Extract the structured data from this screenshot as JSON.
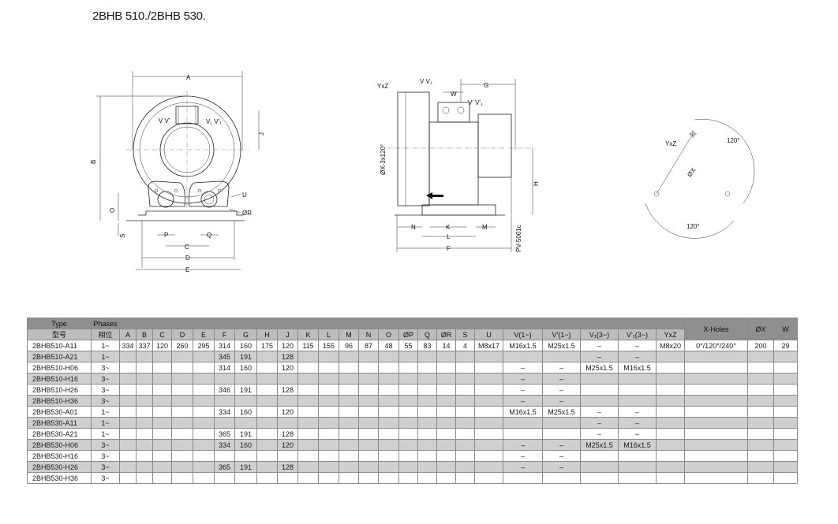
{
  "title": "2BHB 510./2BHB 530.",
  "drawing_labels": {
    "left": {
      "A": "A",
      "B": "B",
      "C": "C",
      "D": "D",
      "E": "E",
      "J": "J",
      "O": "O",
      "S": "S",
      "P": "P",
      "Q": "Q",
      "U": "U",
      "R": "ØR",
      "VV": "V V'",
      "V1V1": "V₁ V'₁"
    },
    "middle": {
      "YxZ": "YxZ",
      "VV": "V V₁",
      "W": "W",
      "G": "G",
      "Vp": "V' V'₁",
      "X": "ØX-3x120°",
      "H": "H",
      "N": "N",
      "K": "K",
      "L": "L",
      "M": "M",
      "F": "F",
      "pv": "PV-5061c"
    },
    "right": {
      "YxZ": "YxZ",
      "X": "ØX",
      "a1": "120°",
      "a2": "120°"
    }
  },
  "table": {
    "head1": {
      "type": "Type",
      "phases": "Phases",
      "xholes": "X-Holes",
      "ox": "ØX",
      "w": "W"
    },
    "head2": [
      "型号",
      "相位",
      "A",
      "B",
      "C",
      "D",
      "E",
      "F",
      "G",
      "H",
      "J",
      "K",
      "L",
      "M",
      "N",
      "O",
      "ØP",
      "Q",
      "ØR",
      "S",
      "U",
      "V(1~)",
      "V'(1~)",
      "V₁(3~)",
      "V'₁(3~)",
      "YxZ"
    ],
    "rows": [
      [
        "2BHB510-A11",
        "1~",
        "334",
        "337",
        "120",
        "260",
        "295",
        "314",
        "160",
        "175",
        "120",
        "115",
        "155",
        "96",
        "87",
        "48",
        "55",
        "83",
        "14",
        "4",
        "M8x17",
        "M16x1.5",
        "M25x1.5",
        "–",
        "–",
        "M8x20",
        "0°/120°/240°",
        "200",
        "29"
      ],
      [
        "2BHB510-A21",
        "1~",
        "",
        "",
        "",
        "",
        "",
        "345",
        "191",
        "",
        "128",
        "",
        "",
        "",
        "",
        "",
        "",
        "",
        "",
        "",
        "",
        "",
        "",
        "–",
        "–",
        "",
        "",
        "",
        ""
      ],
      [
        "2BHB510-H06",
        "3~",
        "",
        "",
        "",
        "",
        "",
        "314",
        "160",
        "",
        "120",
        "",
        "",
        "",
        "",
        "",
        "",
        "",
        "",
        "",
        "",
        "–",
        "–",
        "M25x1.5",
        "M16x1.5",
        "",
        "",
        "",
        ""
      ],
      [
        "2BHB510-H16",
        "3~",
        "",
        "",
        "",
        "",
        "",
        "",
        "",
        "",
        "",
        "",
        "",
        "",
        "",
        "",
        "",
        "",
        "",
        "",
        "",
        "–",
        "–",
        "",
        "",
        "",
        "",
        "",
        ""
      ],
      [
        "2BHB510-H26",
        "3~",
        "",
        "",
        "",
        "",
        "",
        "346",
        "191",
        "",
        "128",
        "",
        "",
        "",
        "",
        "",
        "",
        "",
        "",
        "",
        "",
        "–",
        "–",
        "",
        "",
        "",
        "",
        "",
        ""
      ],
      [
        "2BHB510-H36",
        "3~",
        "",
        "",
        "",
        "",
        "",
        "",
        "",
        "",
        "",
        "",
        "",
        "",
        "",
        "",
        "",
        "",
        "",
        "",
        "",
        "–",
        "–",
        "",
        "",
        "",
        "",
        "",
        ""
      ],
      [
        "2BHB530-A01",
        "1~",
        "",
        "",
        "",
        "",
        "",
        "334",
        "160",
        "",
        "120",
        "",
        "",
        "",
        "",
        "",
        "",
        "",
        "",
        "",
        "",
        "M16x1.5",
        "M25x1.5",
        "–",
        "–",
        "",
        "",
        "",
        ""
      ],
      [
        "2BHB530-A11",
        "1~",
        "",
        "",
        "",
        "",
        "",
        "",
        "",
        "",
        "",
        "",
        "",
        "",
        "",
        "",
        "",
        "",
        "",
        "",
        "",
        "",
        "",
        "–",
        "–",
        "",
        "",
        "",
        ""
      ],
      [
        "2BHB530-A21",
        "1~",
        "",
        "",
        "",
        "",
        "",
        "365",
        "191",
        "",
        "128",
        "",
        "",
        "",
        "",
        "",
        "",
        "",
        "",
        "",
        "",
        "",
        "",
        "–",
        "–",
        "",
        "",
        "",
        ""
      ],
      [
        "2BHB530-H06",
        "3~",
        "",
        "",
        "",
        "",
        "",
        "334",
        "160",
        "",
        "120",
        "",
        "",
        "",
        "",
        "",
        "",
        "",
        "",
        "",
        "",
        "–",
        "–",
        "M25x1.5",
        "M16x1.5",
        "",
        "",
        "",
        ""
      ],
      [
        "2BHB530-H16",
        "3~",
        "",
        "",
        "",
        "",
        "",
        "",
        "",
        "",
        "",
        "",
        "",
        "",
        "",
        "",
        "",
        "",
        "",
        "",
        "",
        "–",
        "–",
        "",
        "",
        "",
        "",
        "",
        ""
      ],
      [
        "2BHB530-H26",
        "3~",
        "",
        "",
        "",
        "",
        "",
        "365",
        "191",
        "",
        "128",
        "",
        "",
        "",
        "",
        "",
        "",
        "",
        "",
        "",
        "",
        "–",
        "–",
        "",
        "",
        "",
        "",
        "",
        ""
      ],
      [
        "2BHB530-H36",
        "3~",
        "",
        "",
        "",
        "",
        "",
        "",
        "",
        "",
        "",
        "",
        "",
        "",
        "",
        "",
        "",
        "",
        "",
        "",
        "",
        "",
        "",
        "",
        "",
        "",
        "",
        "",
        ""
      ]
    ]
  }
}
